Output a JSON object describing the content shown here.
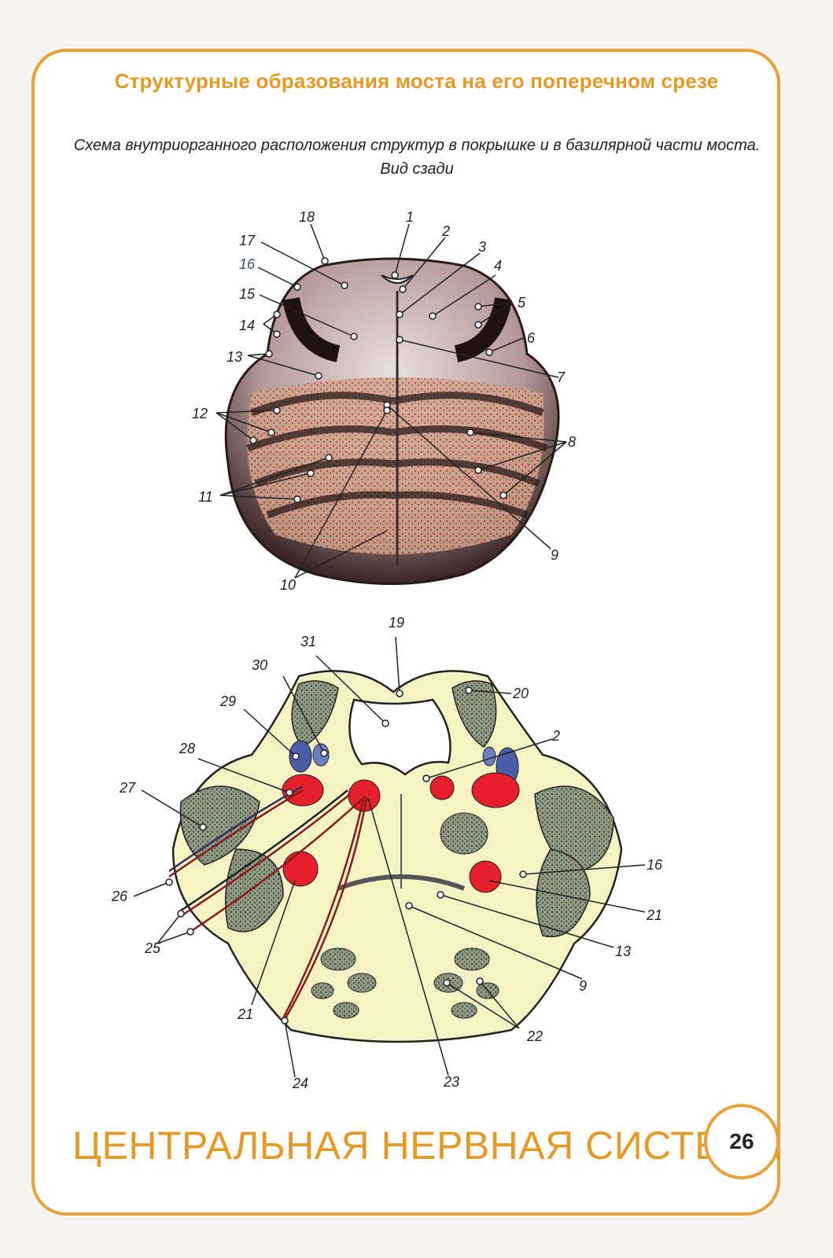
{
  "header": {
    "title": "Структурные образования моста на его поперечном срезе",
    "subtitle_line1": "Схема внутриорганного расположения структур в покрышке и в базилярной части моста.",
    "subtitle_line2": "Вид сзади"
  },
  "footer": {
    "section": "ЦЕНТРАЛЬНАЯ НЕРВНАЯ СИСТЕМА",
    "page_number": "26"
  },
  "top_labels": [
    "1",
    "2",
    "3",
    "4",
    "5",
    "6",
    "7",
    "8",
    "9",
    "10",
    "11",
    "12",
    "13",
    "14",
    "15",
    "16",
    "17",
    "18"
  ],
  "bottom_labels": [
    "19",
    "31",
    "30",
    "20",
    "29",
    "2",
    "28",
    "27",
    "16",
    "26",
    "21",
    "25",
    "13",
    "9",
    "21",
    "22",
    "24",
    "23"
  ],
  "colors": {
    "accent": "#e59a27",
    "red_nucleus": "#e5202a",
    "blue_nucleus": "#4a5fa8",
    "tissue": "#f3f3c4",
    "section_brown": "#6b4a45"
  }
}
